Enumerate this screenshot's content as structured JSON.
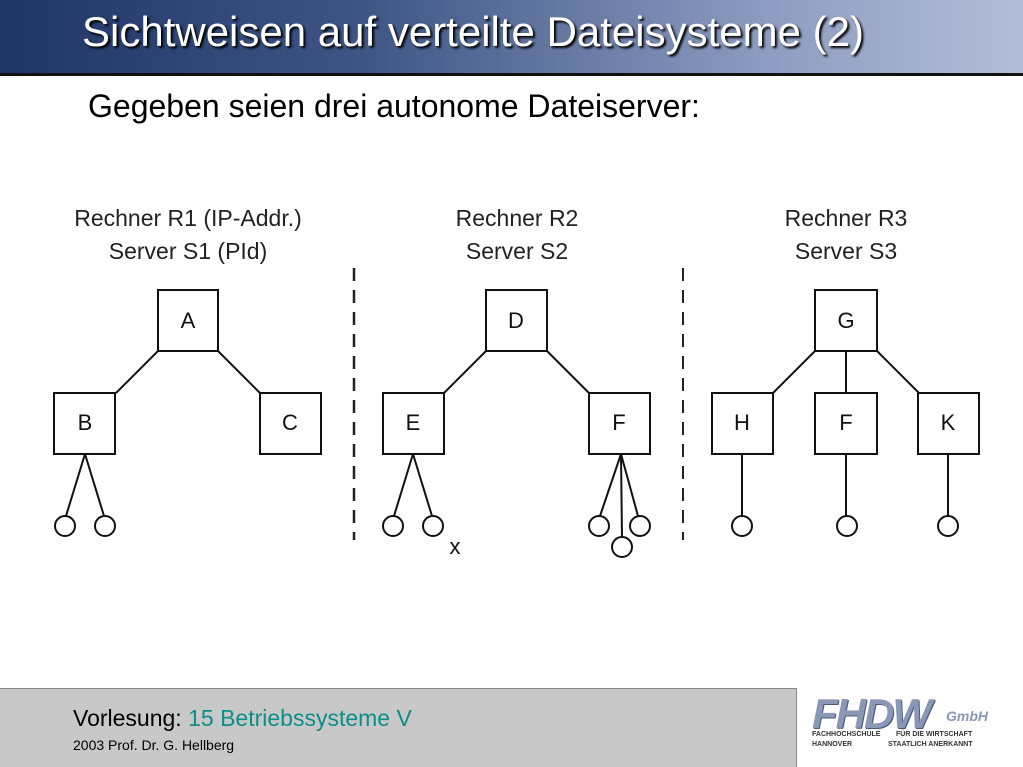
{
  "slide": {
    "title": "Sichtweisen auf verteilte Dateisysteme (2)",
    "intro": "Gegeben seien drei autonome Dateiserver:"
  },
  "diagram": {
    "machines": [
      {
        "line1": "Rechner R1 (IP-Addr.)",
        "line2": "Server S1 (PId)",
        "root": "A",
        "children": [
          "B",
          "C"
        ]
      },
      {
        "line1": "Rechner R2",
        "line2": "Server S2",
        "root": "D",
        "children": [
          "E",
          "F"
        ],
        "leaf_label": "x"
      },
      {
        "line1": "Rechner R3",
        "line2": "Server S3",
        "root": "G",
        "children": [
          "H",
          "F",
          "K"
        ]
      }
    ]
  },
  "footer": {
    "prefix": "Vorlesung:",
    "course": "15 Betriebssysteme V",
    "author": "2003 Prof. Dr. G. Hellberg",
    "logo_text": "FHDW",
    "logo_suffix": "GmbH",
    "logo_line1_left": "FACHHOCHSCHULE",
    "logo_line1_right": "FÜR DIE WIRTSCHAFT",
    "logo_line2_left": "HANNOVER",
    "logo_line2_right": "STAATLICH ANERKANNT"
  }
}
